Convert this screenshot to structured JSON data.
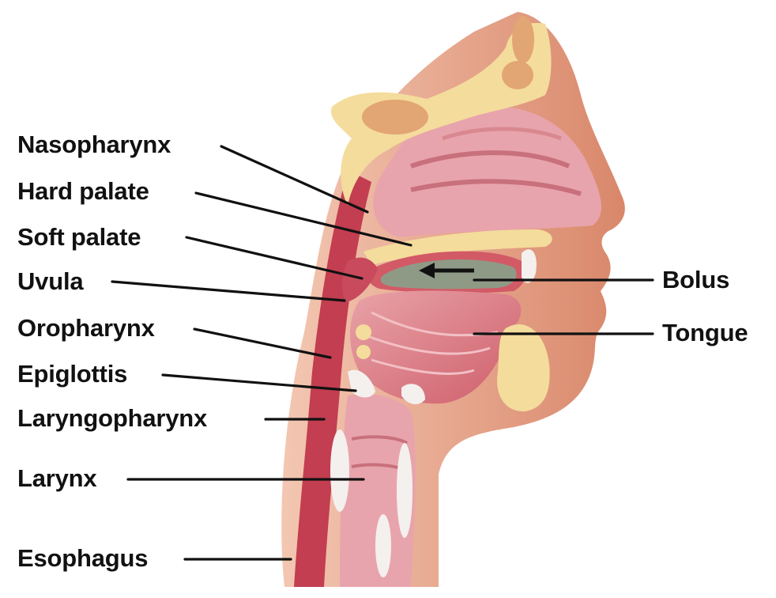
{
  "labels": {
    "nasopharynx": "Nasopharynx",
    "hard_palate": "Hard palate",
    "soft_palate": "Soft palate",
    "uvula": "Uvula",
    "oropharynx": "Oropharynx",
    "epiglottis": "Epiglottis",
    "laryngopharynx": "Laryngopharynx",
    "larynx": "Larynx",
    "esophagus": "Esophagus",
    "bolus": "Bolus",
    "tongue": "Tongue"
  },
  "colors": {
    "skin": "#d88a6a",
    "bone": "#f4dc9c",
    "mucosa": "#e8a0a8",
    "muscle": "#c9485a",
    "bolus": "#8f9a86",
    "cartilage": "#f4f0ee"
  }
}
